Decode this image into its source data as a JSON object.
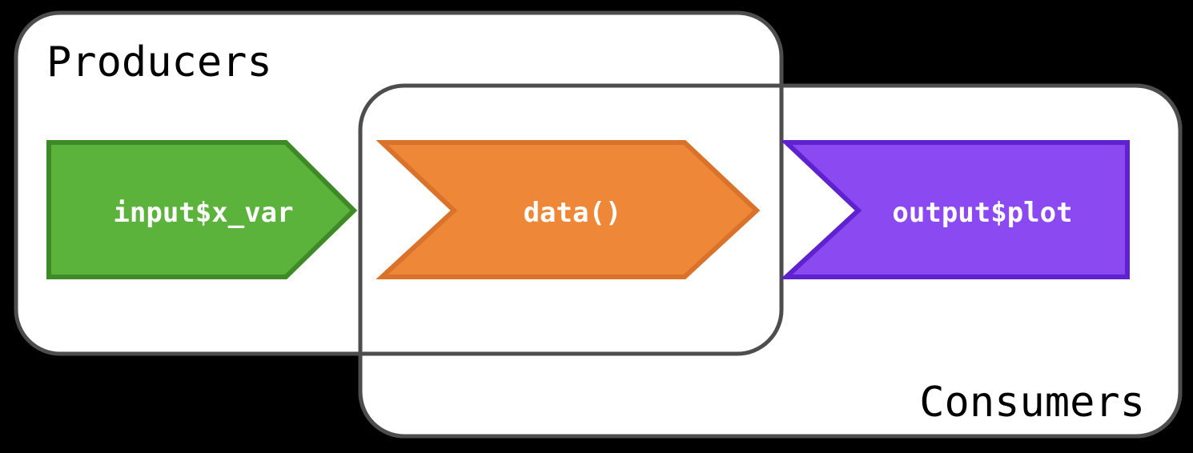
{
  "groups": {
    "producers": {
      "label": "Producers"
    },
    "consumers": {
      "label": "Consumers"
    }
  },
  "nodes": [
    {
      "id": "input",
      "label": "input$x_var",
      "fill": "#5BB33B",
      "stroke": "#3E8A26"
    },
    {
      "id": "data",
      "label": "data()",
      "fill": "#EE8737",
      "stroke": "#D9722A"
    },
    {
      "id": "output",
      "label": "output$plot",
      "fill": "#8B49F2",
      "stroke": "#5E22CE"
    }
  ],
  "colors": {
    "background": "#000000",
    "box_fill": "#ffffff",
    "box_stroke": "#4d4d4d"
  }
}
